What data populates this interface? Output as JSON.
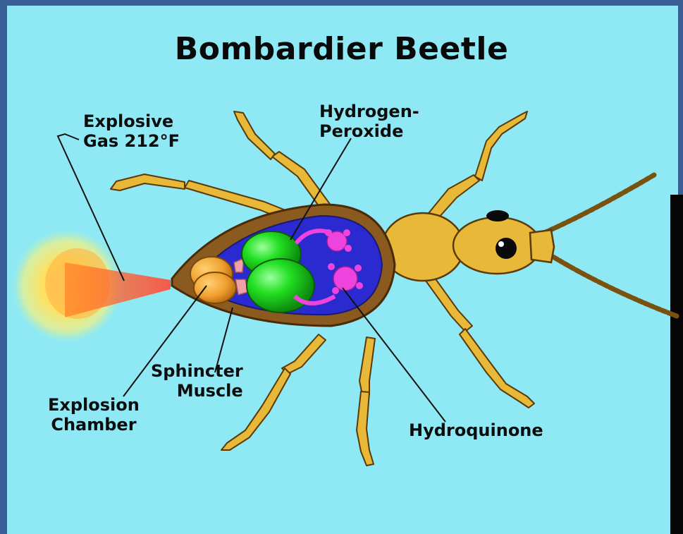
{
  "title": "Bombardier Beetle",
  "labels": {
    "explosive_gas_line1": "Explosive",
    "explosive_gas_line2": "Gas 212°F",
    "hydrogen_peroxide_line1": "Hydrogen-",
    "hydrogen_peroxide_line2": "Peroxide",
    "sphincter_muscle_line1": "Sphincter",
    "sphincter_muscle_line2": "Muscle",
    "explosion_chamber_line1": "Explosion",
    "explosion_chamber_line2": "Chamber",
    "hydroquinone": "Hydroquinone"
  },
  "colors": {
    "background": "#8ee9f5",
    "border": "#3a5f96",
    "beetle_body": "#e8b838",
    "shell": "#8a5a1e",
    "inner_cavity": "#2a2ad0",
    "peroxide_sac": "#22e022",
    "hydroquinone_gland": "#ee44dd",
    "chamber": "#f0a030",
    "spray": "#ff5a20"
  }
}
